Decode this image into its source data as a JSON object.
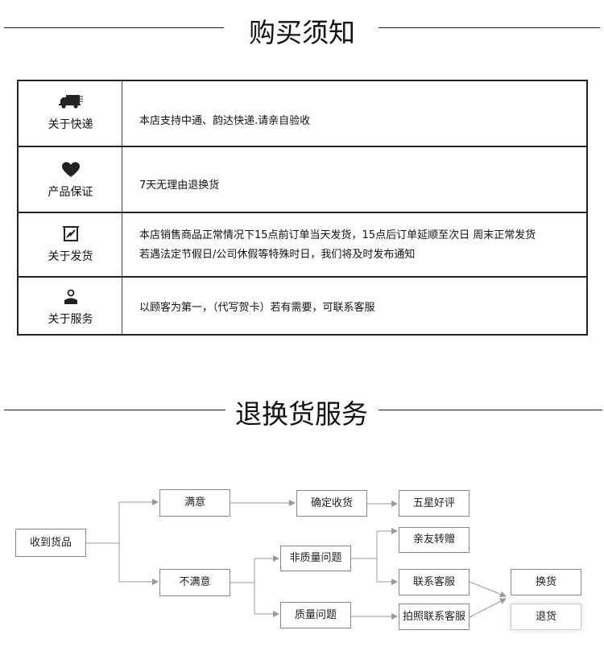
{
  "sections": {
    "purchase_notice_title": "购买须知",
    "return_service_title": "退换货服务"
  },
  "info_rows": [
    {
      "icon": "truck-icon",
      "label": "关于快递",
      "lines": [
        "本店支持中通、韵达快递.请亲自验收"
      ]
    },
    {
      "icon": "heart-icon",
      "label": "产品保证",
      "lines": [
        "7天无理由退换货"
      ]
    },
    {
      "icon": "shipping-box-icon",
      "label": "关于发货",
      "lines": [
        "本店销售商品正常情况下15点前订单当天发货，15点后订单延顺至次日 周末正常发货",
        "若遇法定节假日/公司休假等特殊时日，我们将及时发布通知"
      ]
    },
    {
      "icon": "person-icon",
      "label": "关于服务",
      "lines": [
        "以顾客为第一，（代写贺卡）若有需要，可联系客服"
      ]
    }
  ],
  "flow": {
    "received": "收到货品",
    "satisfied": "满意",
    "unsatisfied": "不满意",
    "confirm_receipt": "确定收货",
    "five_star": "五星好评",
    "non_quality": "非质量问题",
    "quality": "质量问题",
    "gift_friends": "亲友转赠",
    "contact_service": "联系客服",
    "photo_contact": "拍照联系客服",
    "exchange": "换货",
    "return": "退货"
  }
}
